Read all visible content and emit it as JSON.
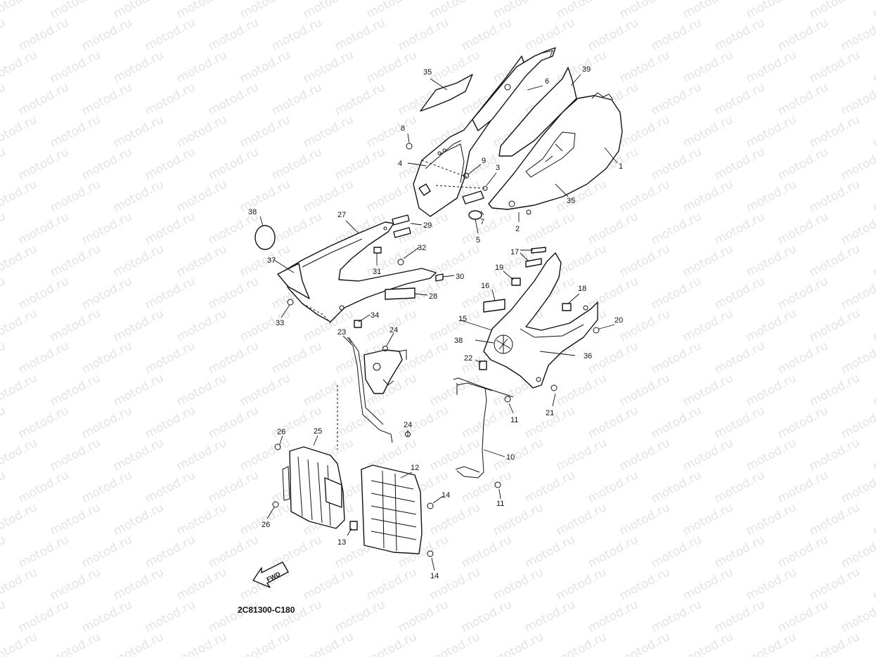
{
  "watermark": "motod.ru",
  "diagram_code": "2C81300-C180",
  "fwd_label": "FWD",
  "callouts": [
    {
      "id": "1",
      "label": "1"
    },
    {
      "id": "2",
      "label": "2"
    },
    {
      "id": "3",
      "label": "3"
    },
    {
      "id": "4",
      "label": "4"
    },
    {
      "id": "5",
      "label": "5"
    },
    {
      "id": "6",
      "label": "6"
    },
    {
      "id": "7",
      "label": "7"
    },
    {
      "id": "8",
      "label": "8"
    },
    {
      "id": "9",
      "label": "9"
    },
    {
      "id": "10",
      "label": "10"
    },
    {
      "id": "11a",
      "label": "11"
    },
    {
      "id": "11b",
      "label": "11"
    },
    {
      "id": "12",
      "label": "12"
    },
    {
      "id": "13",
      "label": "13"
    },
    {
      "id": "14a",
      "label": "14"
    },
    {
      "id": "14b",
      "label": "14"
    },
    {
      "id": "15",
      "label": "15"
    },
    {
      "id": "16",
      "label": "16"
    },
    {
      "id": "17",
      "label": "17"
    },
    {
      "id": "18",
      "label": "18"
    },
    {
      "id": "19",
      "label": "19"
    },
    {
      "id": "20",
      "label": "20"
    },
    {
      "id": "21",
      "label": "21"
    },
    {
      "id": "22",
      "label": "22"
    },
    {
      "id": "23",
      "label": "23"
    },
    {
      "id": "24a",
      "label": "24"
    },
    {
      "id": "24b",
      "label": "24"
    },
    {
      "id": "25",
      "label": "25"
    },
    {
      "id": "26a",
      "label": "26"
    },
    {
      "id": "26b",
      "label": "26"
    },
    {
      "id": "27",
      "label": "27"
    },
    {
      "id": "28",
      "label": "28"
    },
    {
      "id": "29",
      "label": "29"
    },
    {
      "id": "30",
      "label": "30"
    },
    {
      "id": "31",
      "label": "31"
    },
    {
      "id": "32",
      "label": "32"
    },
    {
      "id": "33",
      "label": "33"
    },
    {
      "id": "34",
      "label": "34"
    },
    {
      "id": "35a",
      "label": "35"
    },
    {
      "id": "35b",
      "label": "35"
    },
    {
      "id": "36",
      "label": "36"
    },
    {
      "id": "37",
      "label": "37"
    },
    {
      "id": "38a",
      "label": "38"
    },
    {
      "id": "38b",
      "label": "38"
    },
    {
      "id": "39",
      "label": "39"
    }
  ]
}
